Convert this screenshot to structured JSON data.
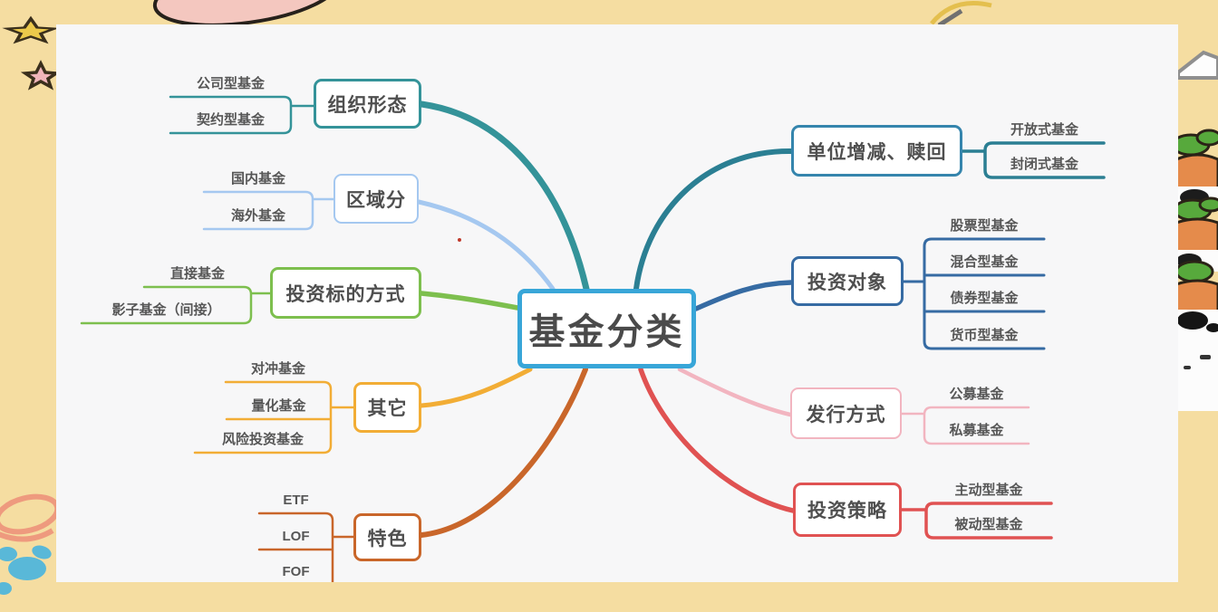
{
  "palette": {
    "wallpaper_background": "#f5dda1",
    "canvas_background": "#f7f7f8",
    "center_border": "#38a6d8",
    "center_text": "#4a4a4a",
    "topic_text": "#4f4f4f",
    "subtopic_text": "#565656",
    "pointer_dot": "#c0392b",
    "star_yellow": "#ecc94b",
    "star_pink": "#f0b5ba",
    "blob_pink": "#f4c7bf",
    "doodle_blue": "#59b8d8",
    "swirl_salmon": "#ee9a7e",
    "carrot_orange": "#e58b4b",
    "leaf_green": "#57a93c"
  },
  "center": {
    "label": "基金分类"
  },
  "branches": [
    {
      "label": "组织形态",
      "color": "#349399",
      "children": [
        {
          "label": "公司型基金"
        },
        {
          "label": "契约型基金"
        }
      ]
    },
    {
      "label": "区域分",
      "color": "#a5c8f0",
      "children": [
        {
          "label": "国内基金"
        },
        {
          "label": "海外基金"
        }
      ]
    },
    {
      "label": "投资标的方式",
      "color": "#7dbf4e",
      "children": [
        {
          "label": "直接基金"
        },
        {
          "label": "影子基金（间接）"
        }
      ]
    },
    {
      "label": "其它",
      "color": "#f2ad35",
      "children": [
        {
          "label": "对冲基金"
        },
        {
          "label": "量化基金"
        },
        {
          "label": "风险投资基金"
        }
      ]
    },
    {
      "label": "特色",
      "color": "#c9662a",
      "children": [
        {
          "label": "ETF"
        },
        {
          "label": "LOF"
        },
        {
          "label": "FOF"
        }
      ]
    },
    {
      "label": "单位增减、赎回",
      "color": "#2b7f93",
      "children": [
        {
          "label": "开放式基金"
        },
        {
          "label": "封闭式基金"
        }
      ]
    },
    {
      "label": "投资对象",
      "color": "#366ba3",
      "children": [
        {
          "label": "股票型基金"
        },
        {
          "label": "混合型基金"
        },
        {
          "label": "债券型基金"
        },
        {
          "label": "货币型基金"
        }
      ]
    },
    {
      "label": "发行方式",
      "color": "#f2b5c0",
      "children": [
        {
          "label": "公募基金"
        },
        {
          "label": "私募基金"
        }
      ]
    },
    {
      "label": "投资策略",
      "color": "#e05252",
      "children": [
        {
          "label": "主动型基金"
        },
        {
          "label": "被动型基金"
        }
      ]
    }
  ],
  "decorations": {
    "icons": [
      "yellow-star-icon",
      "pink-star-icon",
      "pink-blob-icon",
      "yellow-curve-icon",
      "carrot-pattern-icon",
      "swirl-doodle-icon",
      "blue-paw-dots-icon"
    ]
  }
}
